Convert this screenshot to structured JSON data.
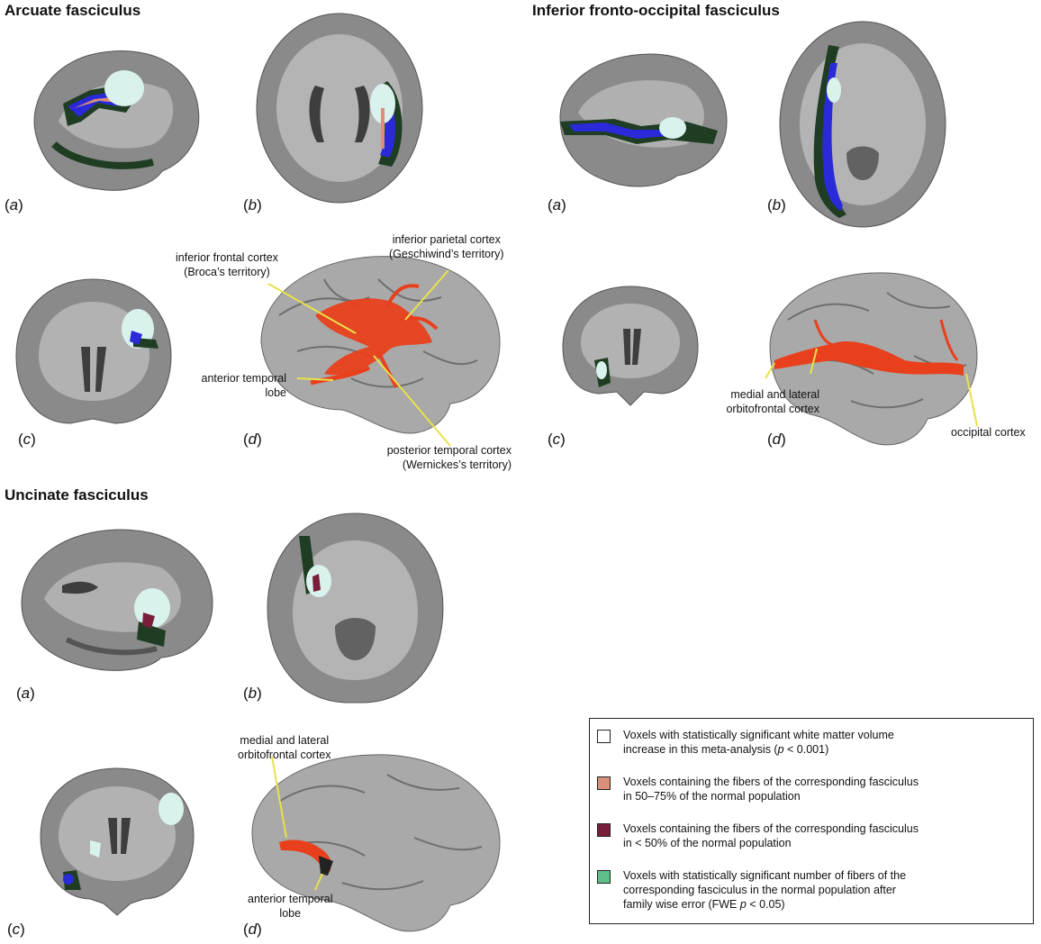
{
  "sections": {
    "arcuate": {
      "title": "Arcuate fasciculus"
    },
    "ifof": {
      "title": "Inferior fronto-occipital fasciculus"
    },
    "uncinate": {
      "title": "Uncinate fasciculus"
    }
  },
  "panel_letters": {
    "a": "a",
    "b": "b",
    "c": "c",
    "d": "d",
    "open": "(",
    "close": ")"
  },
  "annotations": {
    "arcuate": {
      "broca_line1": "inferior frontal cortex",
      "broca_line2": "(Broca’s territory)",
      "geschwind_line1": "inferior parietal cortex",
      "geschwind_line2": "(Geschiwind’s territory)",
      "ant_temporal_line1": "anterior temporal",
      "ant_temporal_line2": "lobe",
      "wernicke_line1": "posterior temporal cortex",
      "wernicke_line2": "(Wernickes’s territory)"
    },
    "ifof": {
      "orbito_line1": "medial and lateral",
      "orbito_line2": "orbitofrontal cortex",
      "occipital": "occipital cortex"
    },
    "uncinate": {
      "orbito_line1": "medial and lateral",
      "orbito_line2": "orbitofrontal cortex",
      "ant_temporal_line1": "anterior temporal",
      "ant_temporal_line2": "lobe"
    }
  },
  "legend": {
    "items": [
      {
        "color": "#ffffff",
        "line1": "Voxels with statistically significant white matter volume",
        "line2_pre": "increase in this meta-analysis (",
        "line2_italic": "p",
        "line2_post": " < 0.001)",
        "line3": ""
      },
      {
        "color": "#d98f7a",
        "line1": "Voxels containing the fibers of the corresponding fasciculus",
        "line2_pre": "in 50–75% of the normal population",
        "line2_italic": "",
        "line2_post": "",
        "line3": ""
      },
      {
        "color": "#7a1f3a",
        "line1": "Voxels containing the fibers of the corresponding fasciculus",
        "line2_pre": "in < 50% of the normal population",
        "line2_italic": "",
        "line2_post": "",
        "line3": ""
      },
      {
        "color": "#5fbf8a",
        "line1": "Voxels with statistically significant number of fibers of the",
        "line2_pre": "corresponding fasciculus in the normal population after",
        "line2_italic": "",
        "line2_post": "",
        "line3_pre": "family wise error (FWE ",
        "line3_italic": "p",
        "line3_post": " < 0.05)"
      }
    ]
  },
  "colors": {
    "brain_gray": "#8a8a8a",
    "brain_dark": "#3e3e3e",
    "white_matter": "#b9b9b9",
    "blue_voxels": "#2a2ad8",
    "green_voxels": "#1f3d22",
    "cyan_voxels": "#d9f2ee",
    "tract_red": "#e8401c",
    "surface_gray": "#a9a9a9",
    "pointer_yellow": "#e8e24a"
  }
}
